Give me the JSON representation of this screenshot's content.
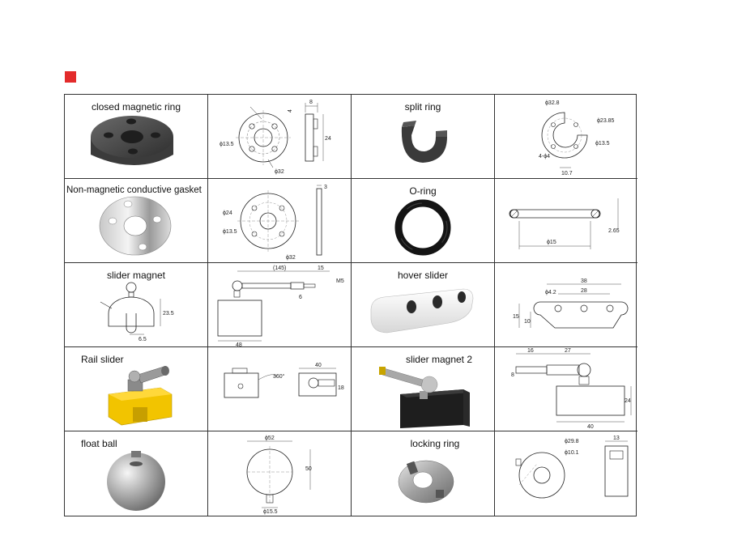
{
  "products": [
    {
      "name": "closed magnetic ring"
    },
    {
      "name": "split ring"
    },
    {
      "name": "Non-magnetic conductive gasket"
    },
    {
      "name": "O-ring"
    },
    {
      "name": "slider magnet"
    },
    {
      "name": "hover slider"
    },
    {
      "name": "Rail slider"
    },
    {
      "name": "slider magnet 2"
    },
    {
      "name": "float ball"
    },
    {
      "name": "locking ring"
    }
  ],
  "dimensions": {
    "closed_ring": [
      "8",
      "4",
      "24",
      "ϕ13.5",
      "ϕ32"
    ],
    "split_ring": [
      "ϕ32.8",
      "ϕ23.85",
      "ϕ13.5",
      "4-ϕ4",
      "10.7"
    ],
    "gasket": [
      "ϕ24",
      "ϕ13.5",
      "ϕ32",
      "3"
    ],
    "oring": [
      "ϕ15",
      "2.65"
    ],
    "slider_magnet_photo": [
      "23.5",
      "6.5"
    ],
    "slider_magnet_drawing": [
      "(145)",
      "15",
      "M5",
      "6",
      "48"
    ],
    "hover_slider": [
      "38",
      "28",
      "ϕ4.2",
      "15",
      "10"
    ],
    "rail_slider": [
      "360°",
      "40",
      "18"
    ],
    "slider_magnet_2": [
      "16",
      "27",
      "8",
      "24",
      "40"
    ],
    "float_ball": [
      "ϕ52",
      "50",
      "ϕ15.5"
    ],
    "locking_ring": [
      "ϕ29.8",
      "ϕ10.1",
      "13"
    ]
  },
  "colors": {
    "accent": "#e32b2b",
    "grid": "#333333",
    "rail_slider_body": "#f2c400"
  }
}
